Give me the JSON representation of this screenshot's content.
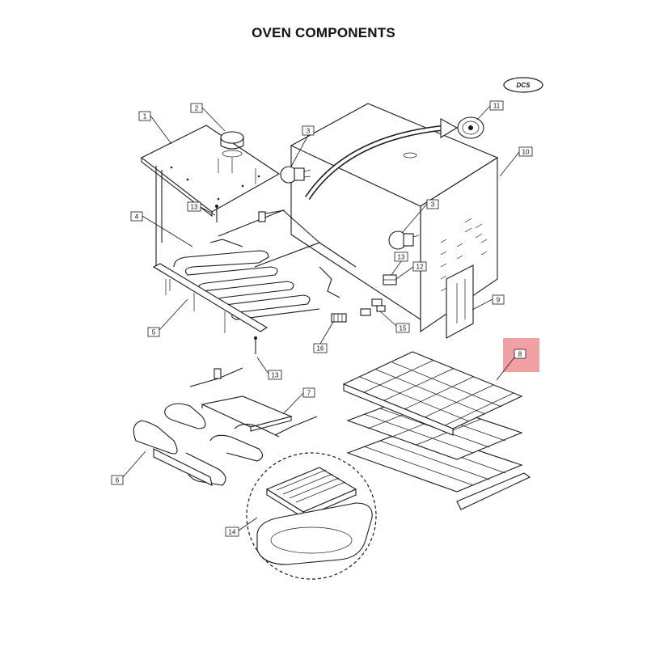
{
  "title": "OVEN COMPONENTS",
  "logo": "DCS",
  "highlight_color": "#f1a0a3",
  "highlighted_part": "8",
  "callouts": [
    "1",
    "2",
    "3",
    "3",
    "4",
    "5",
    "6",
    "7",
    "8",
    "9",
    "10",
    "11",
    "12",
    "13",
    "13",
    "13",
    "14",
    "15",
    "16"
  ]
}
